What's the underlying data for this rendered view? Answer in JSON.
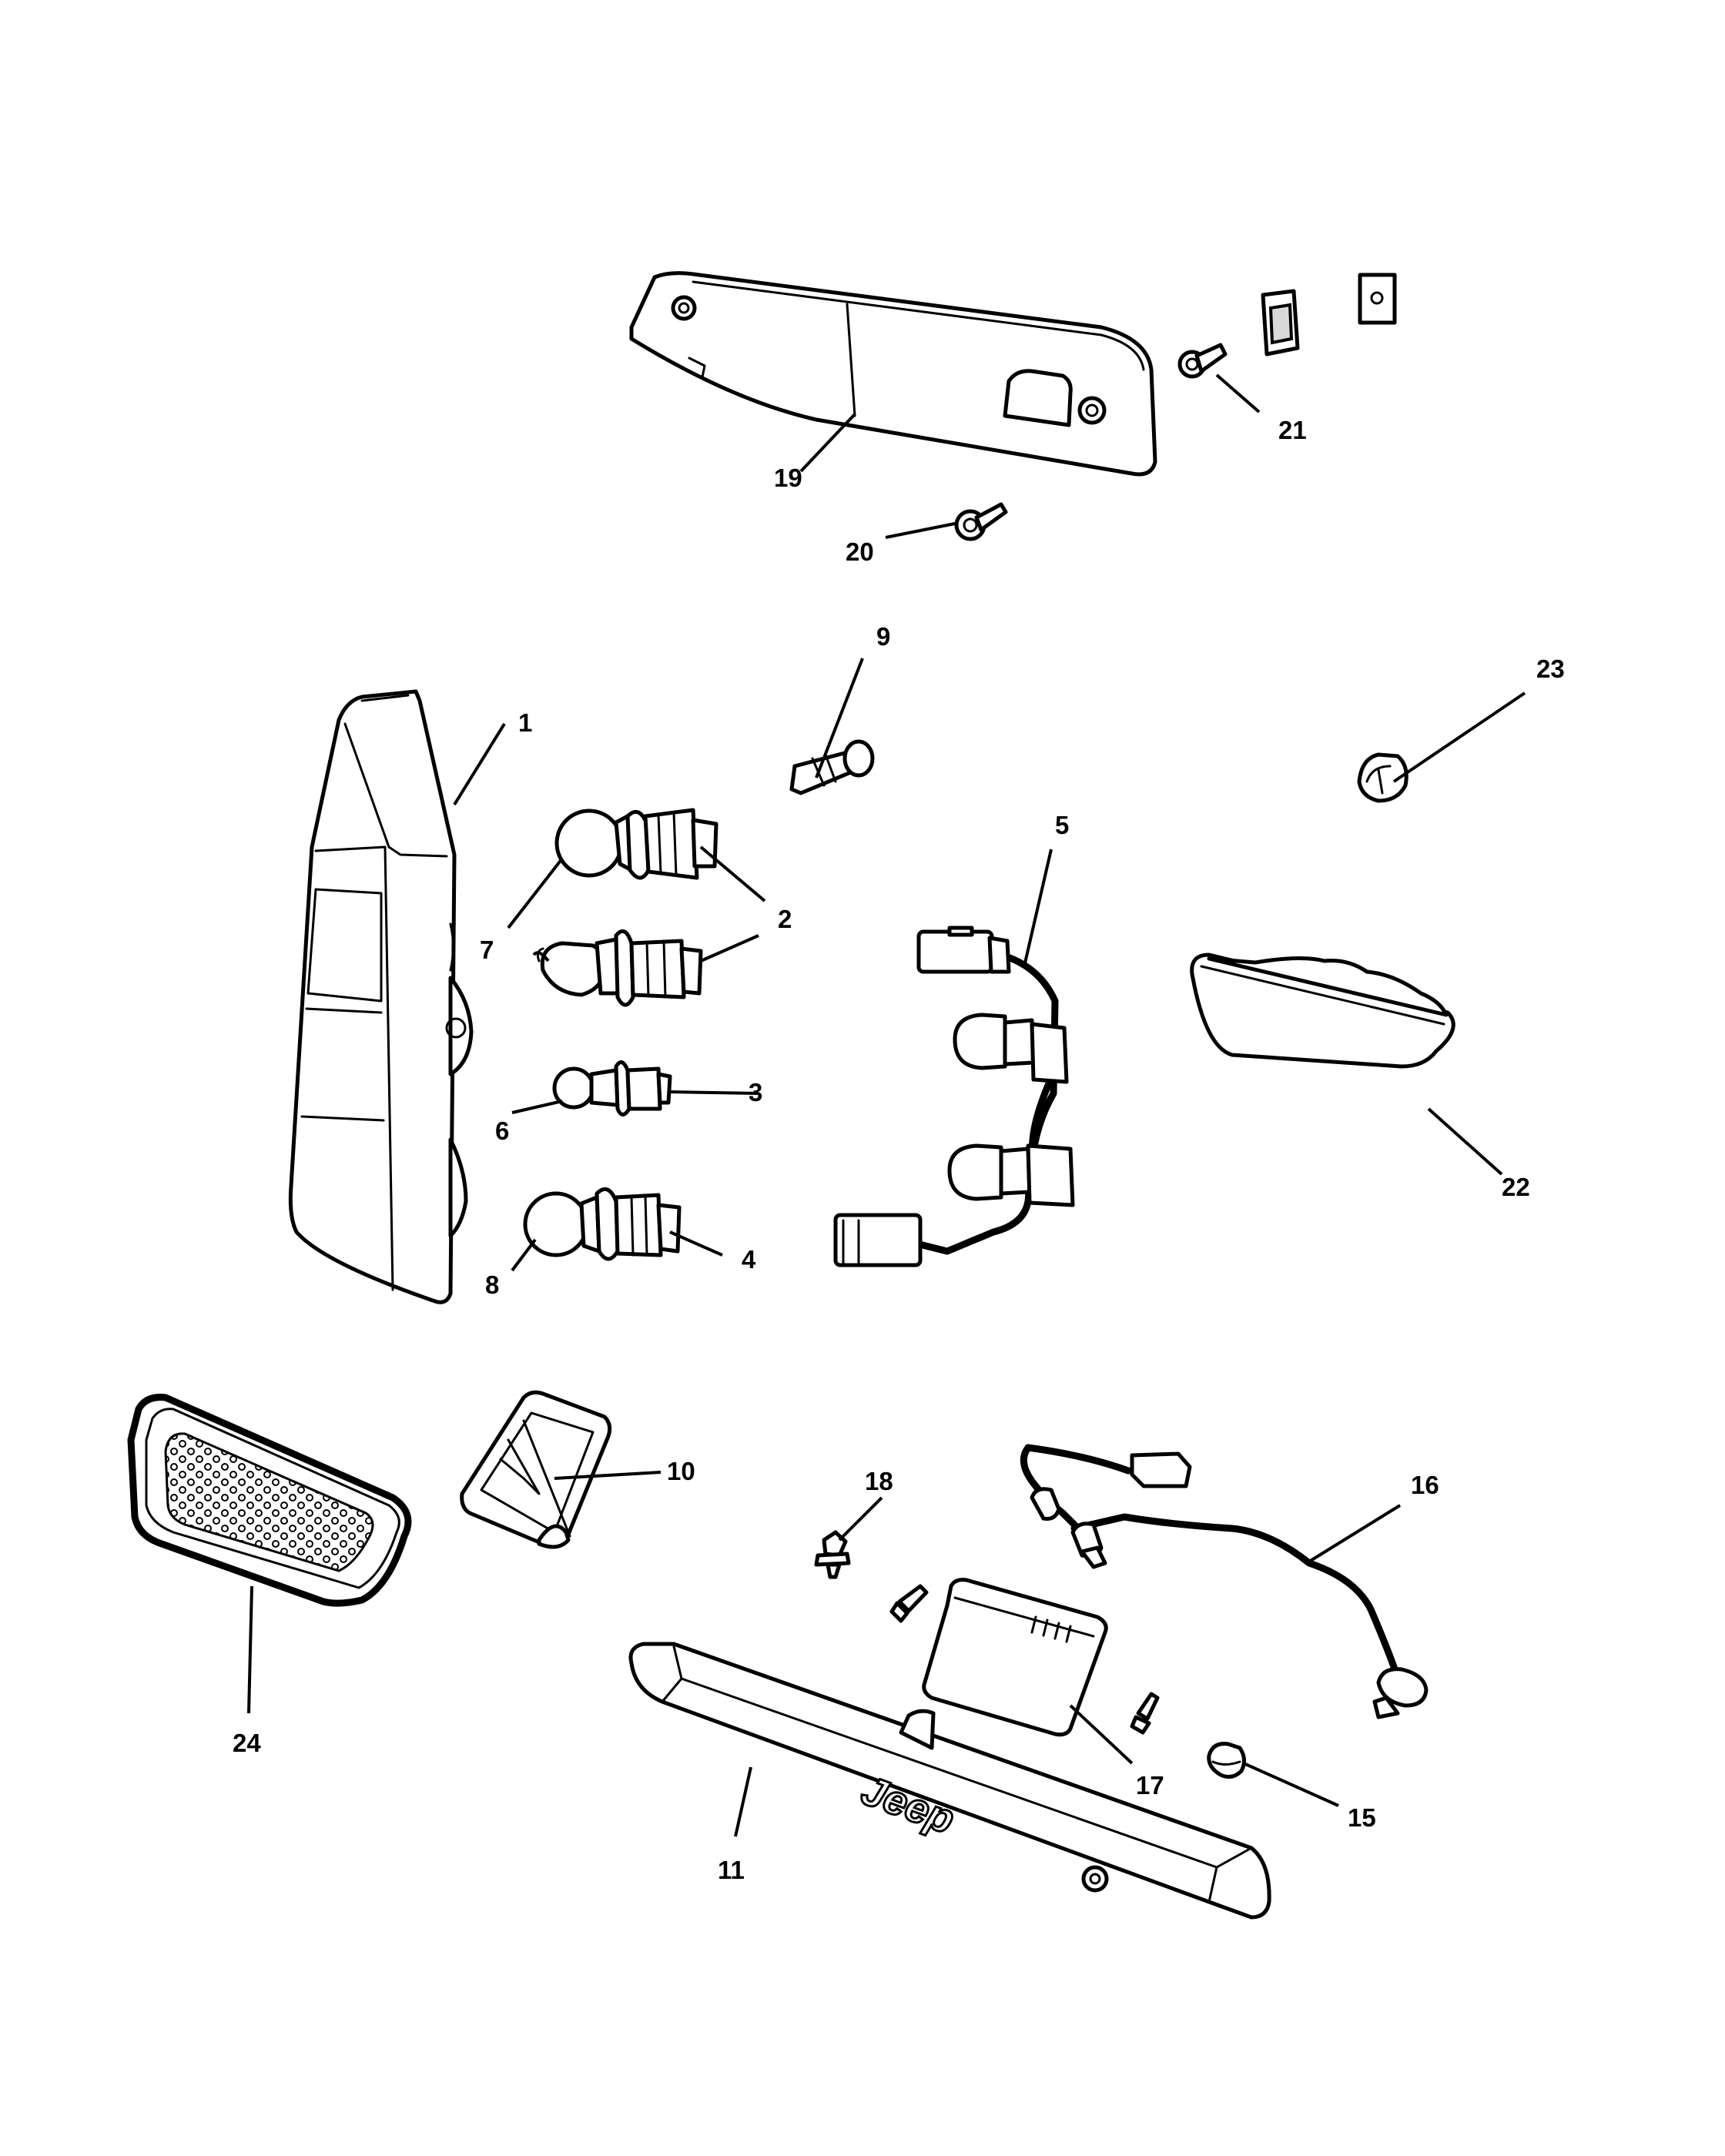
{
  "callouts": {
    "c1": "1",
    "c2": "2",
    "c3": "3",
    "c4": "4",
    "c5": "5",
    "c6": "6",
    "c7": "7",
    "c8": "8",
    "c9": "9",
    "c10": "10",
    "c11": "11",
    "c15": "15",
    "c16": "16",
    "c17": "17",
    "c18": "18",
    "c19": "19",
    "c20": "20",
    "c21": "21",
    "c22": "22",
    "c23": "23",
    "c24": "24"
  },
  "tailgate_logo": "Jeep",
  "colors": {
    "line": "#000000",
    "background": "#ffffff",
    "shade": "#d9d9d9"
  }
}
